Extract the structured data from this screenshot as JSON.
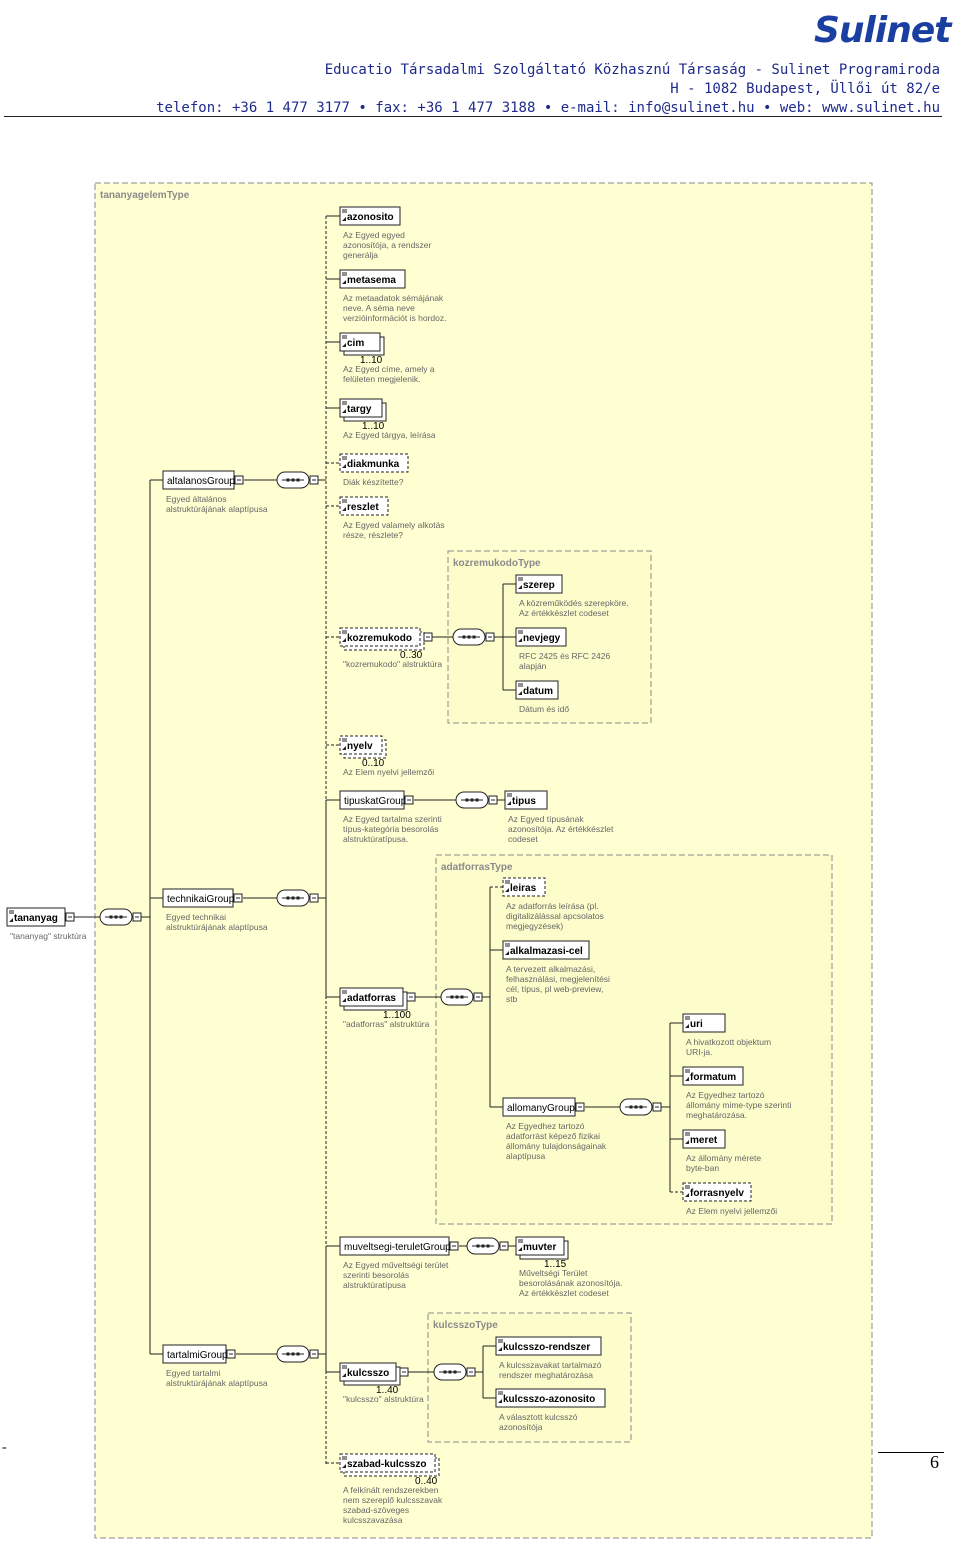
{
  "header": {
    "logo": "Sulinet",
    "line1": "Educatio Társadalmi Szolgáltató Közhasznú Társaság - Sulinet Programiroda",
    "line2": "H - 1082 Budapest, Üllői út 82/e",
    "line3": "telefon: +36 1 477 3177 • fax: +36 1 477 3188 • e-mail: info@sulinet.hu • web: www.sulinet.hu"
  },
  "footer": {
    "dash": "-",
    "page": "6"
  },
  "diagram": {
    "types": [
      {
        "id": "t_main",
        "label": "tananyagelemType"
      },
      {
        "id": "t_koz",
        "label": "kozremukodoType"
      },
      {
        "id": "t_adat",
        "label": "adatforrasType"
      },
      {
        "id": "t_kulcs",
        "label": "kulcsszoType"
      }
    ],
    "nodes": [
      {
        "id": "tananyag",
        "label": "tananyag",
        "kind": "element",
        "req": true,
        "desc": [
          "\"tananyag\" struktúra"
        ]
      },
      {
        "id": "altalanosGroup",
        "label": "altalanosGroup",
        "kind": "group",
        "desc": [
          "Egyed általános",
          "alstruktúrájának alaptípusa"
        ]
      },
      {
        "id": "azonosito",
        "label": "azonosito",
        "kind": "element",
        "req": true,
        "desc": [
          "Az Egyed egyed",
          "azonosítója, a rendszer",
          "generálja"
        ]
      },
      {
        "id": "metasema",
        "label": "metasema",
        "kind": "element",
        "req": true,
        "desc": [
          "Az metaadatok sémájának",
          "neve. A séma neve",
          "verzióinformációt is hordoz."
        ]
      },
      {
        "id": "cim",
        "label": "cim",
        "kind": "element",
        "req": true,
        "multi": true,
        "card": "1..10",
        "desc": [
          "Az Egyed címe, amely a",
          "felületen megjelenik."
        ]
      },
      {
        "id": "targy",
        "label": "targy",
        "kind": "element",
        "req": true,
        "multi": true,
        "card": "1..10",
        "desc": [
          "Az Egyed tárgya, leírása"
        ]
      },
      {
        "id": "diakmunka",
        "label": "diakmunka",
        "kind": "element",
        "req": false,
        "desc": [
          "Diák készítette?"
        ]
      },
      {
        "id": "reszlet",
        "label": "reszlet",
        "kind": "element",
        "req": false,
        "desc": [
          "Az Egyed valamely alkotás",
          "része, részlete?"
        ]
      },
      {
        "id": "kozremukodo",
        "label": "kozremukodo",
        "kind": "element",
        "req": false,
        "multi": true,
        "expand": true,
        "card": "0..30",
        "desc": [
          "\"kozremukodo\" alstruktúra"
        ]
      },
      {
        "id": "szerep",
        "label": "szerep",
        "kind": "element",
        "req": true,
        "desc": [
          "A közreműködés szerepköre.",
          "Az értékkészlet codeset"
        ]
      },
      {
        "id": "nevjegy",
        "label": "nevjegy",
        "kind": "element",
        "req": true,
        "desc": [
          "RFC 2425 és RFC 2426",
          "alapján"
        ]
      },
      {
        "id": "datum",
        "label": "datum",
        "kind": "element",
        "req": true,
        "desc": [
          "Dátum és idő"
        ]
      },
      {
        "id": "nyelv",
        "label": "nyelv",
        "kind": "element",
        "req": false,
        "multi": true,
        "card": "0..10",
        "desc": [
          "Az Elem nyelvi jellemzői"
        ]
      },
      {
        "id": "tipuskatGroup",
        "label": "tipuskatGroup",
        "kind": "group",
        "desc": [
          "Az Egyed tartalma szerinti",
          "típus-kategória besorolás",
          "alstruktúratípusa."
        ]
      },
      {
        "id": "tipus",
        "label": "tipus",
        "kind": "element",
        "req": true,
        "desc": [
          "Az Egyed típusának",
          "azonosítója. Az értékkészlet",
          "codeset"
        ]
      },
      {
        "id": "technikaiGroup",
        "label": "technikaiGroup",
        "kind": "group",
        "desc": [
          "Egyed technikai",
          "alstruktúrájának alaptípusa"
        ]
      },
      {
        "id": "adatforras",
        "label": "adatforras",
        "kind": "element",
        "req": true,
        "multi": true,
        "expand": true,
        "card": "1..100",
        "desc": [
          "\"adatforras\" alstruktúra"
        ]
      },
      {
        "id": "leiras",
        "label": "leiras",
        "kind": "element",
        "req": false,
        "desc": [
          "Az adatforrás leírása (pl.",
          "digitalizálással apcsolatos",
          "megjegyzések)"
        ]
      },
      {
        "id": "alkalmazasi-cel",
        "label": "alkalmazasi-cel",
        "kind": "element",
        "req": true,
        "desc": [
          "A tervezett alkalmazási,",
          "felhasználási, megjelenítési",
          "cél, típus, pl web-preview,",
          "stb"
        ]
      },
      {
        "id": "allomanyGroup",
        "label": "allomanyGroup",
        "kind": "group",
        "desc": [
          "Az Egyedhez tartozó",
          "adatforrást képező fizikai",
          "állomány tulajdonságainak",
          "alaptípusa"
        ]
      },
      {
        "id": "uri",
        "label": "uri",
        "kind": "element",
        "req": true,
        "desc": [
          "A hivatkozott objektum",
          "URI-ja."
        ]
      },
      {
        "id": "formatum",
        "label": "formatum",
        "kind": "element",
        "req": true,
        "desc": [
          "Az Egyedhez tartozó",
          "állomány mime-type szerinti",
          "meghatározása."
        ]
      },
      {
        "id": "meret",
        "label": "meret",
        "kind": "element",
        "req": true,
        "desc": [
          "Az állomány mérete",
          "byte-ban"
        ]
      },
      {
        "id": "forrasnyelv",
        "label": "forrasnyelv",
        "kind": "element",
        "req": false,
        "desc": [
          "Az Elem nyelvi jellemzői"
        ]
      },
      {
        "id": "tartalmiGroup",
        "label": "tartalmiGroup",
        "kind": "group",
        "desc": [
          "Egyed tartalmi",
          "alstruktúrájának alaptípusa"
        ]
      },
      {
        "id": "muveltsegi-teruletGroup",
        "label": "muveltsegi-teruletGroup",
        "kind": "group",
        "desc": [
          "Az Egyed műveltségi terület",
          "szerinti besorolás",
          "alstruktúratípusa"
        ]
      },
      {
        "id": "muvter",
        "label": "muvter",
        "kind": "element",
        "req": true,
        "multi": true,
        "card": "1..15",
        "desc": [
          "Műveltségi Terület",
          "besorolásának azonosítója.",
          "Az értékkészlet codeset"
        ]
      },
      {
        "id": "kulcsszo",
        "label": "kulcsszo",
        "kind": "element",
        "req": true,
        "multi": true,
        "expand": true,
        "card": "1..40",
        "desc": [
          "\"kulcsszo\" alstruktúra"
        ]
      },
      {
        "id": "kulcsszo-rendszer",
        "label": "kulcsszo-rendszer",
        "kind": "element",
        "req": true,
        "desc": [
          "A kulcsszavakat tartalmazó",
          "rendszer meghatározása"
        ]
      },
      {
        "id": "kulcsszo-azonosito",
        "label": "kulcsszo-azonosito",
        "kind": "element",
        "req": true,
        "desc": [
          "A választott kulcsszó",
          "azonosítója"
        ]
      },
      {
        "id": "szabad-kulcsszo",
        "label": "szabad-kulcsszo",
        "kind": "element",
        "req": false,
        "multi": true,
        "card": "0..40",
        "desc": [
          "A felkínált rendszerekben",
          "nem szereplő kulcsszavak",
          "szabad-szöveges",
          "kulcsszavazása"
        ]
      }
    ]
  }
}
